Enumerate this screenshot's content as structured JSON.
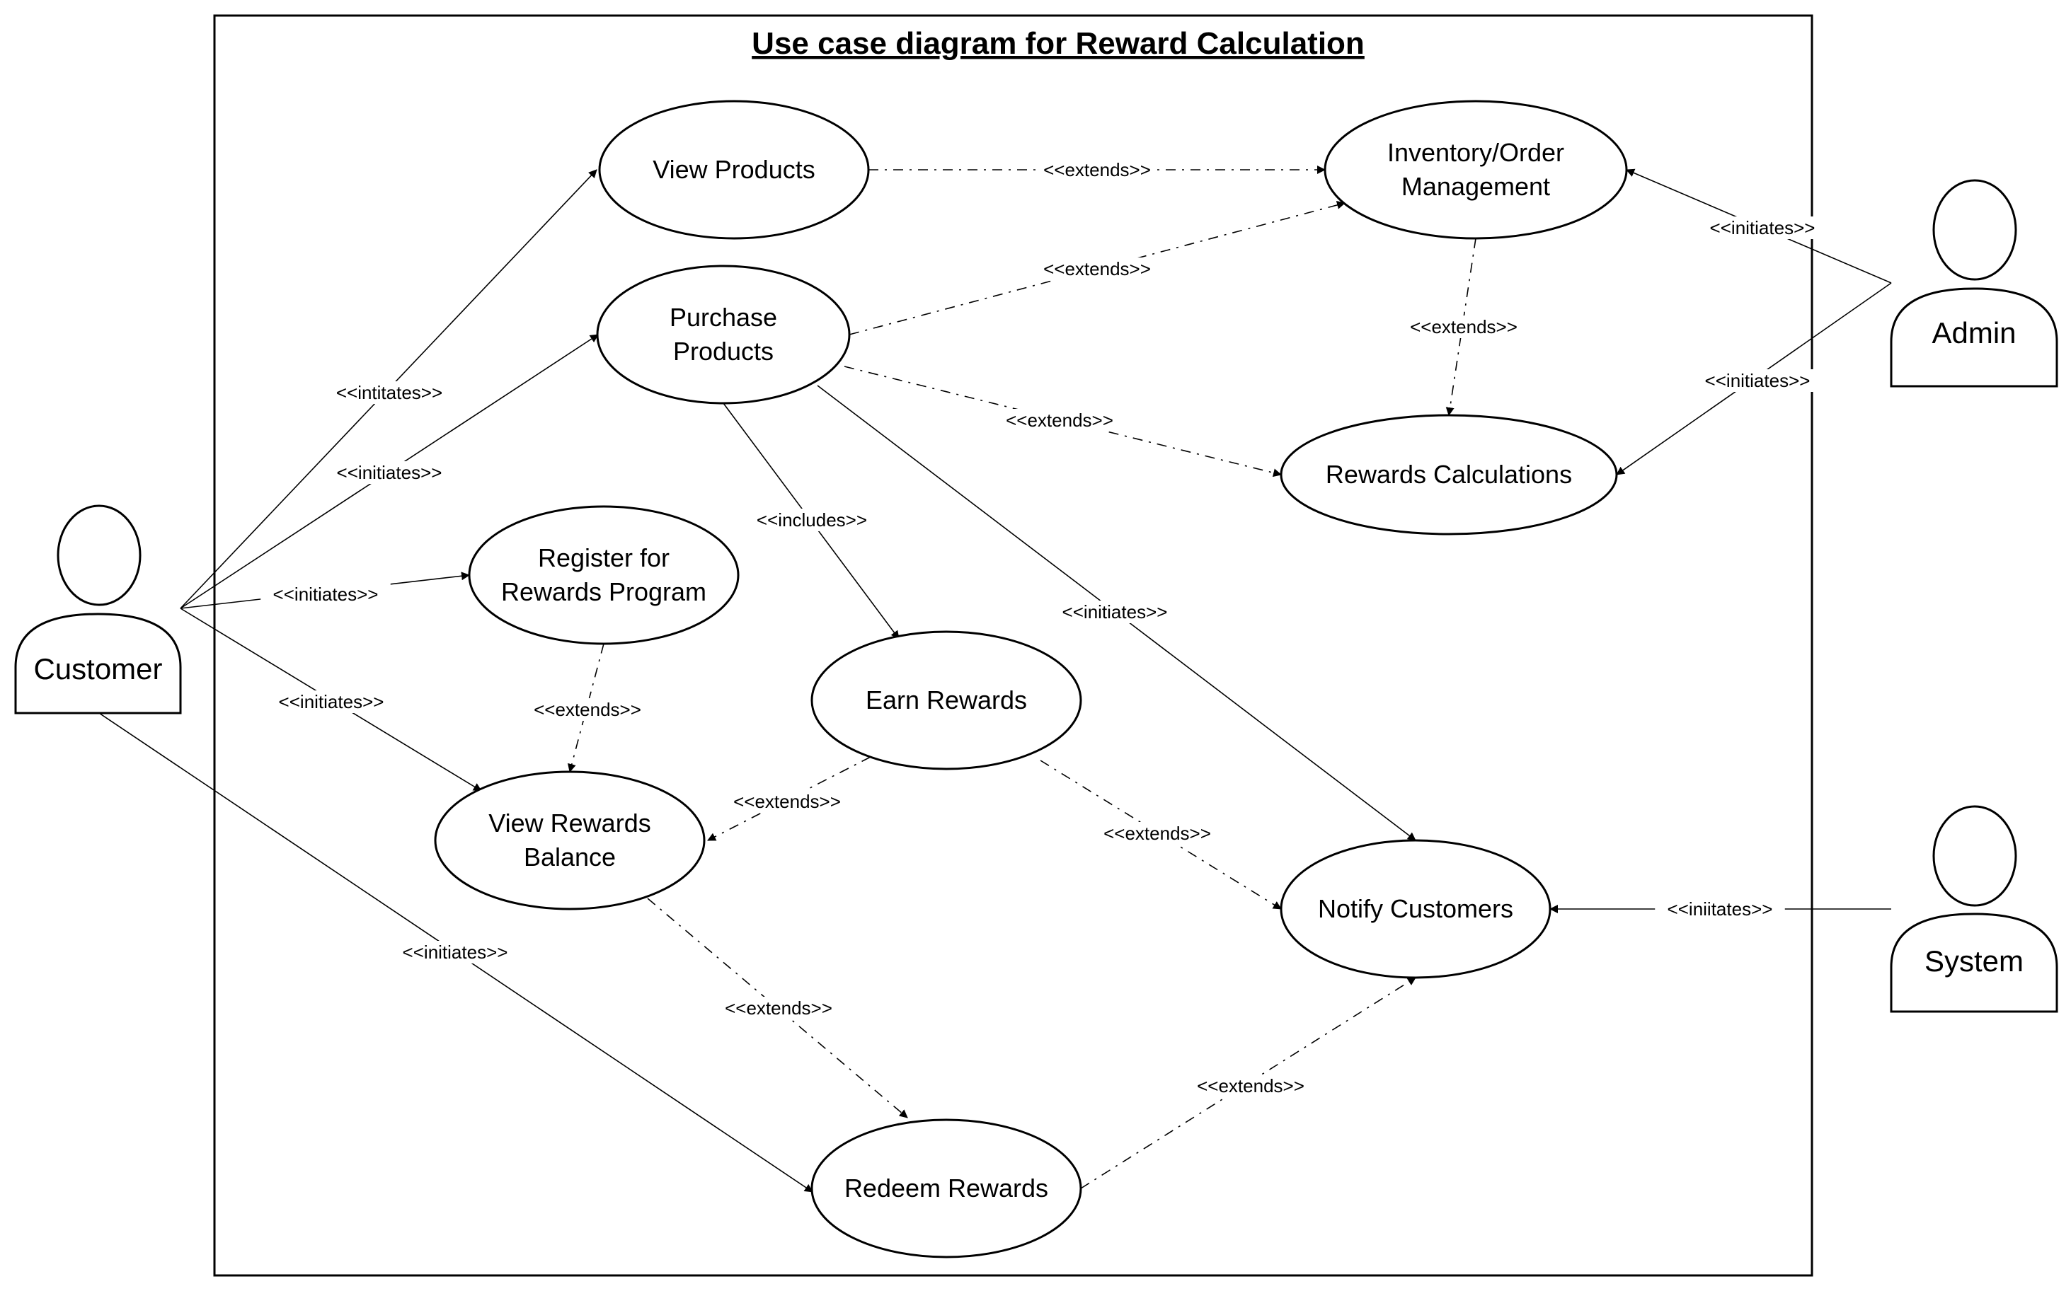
{
  "diagram": {
    "title": "Use case diagram for Reward Calculation",
    "actors": [
      {
        "id": "customer",
        "label": "Customer"
      },
      {
        "id": "admin",
        "label": "Admin"
      },
      {
        "id": "system",
        "label": "System"
      }
    ],
    "use_cases": [
      {
        "id": "view-products",
        "lines": [
          "View Products"
        ]
      },
      {
        "id": "purchase-products",
        "lines": [
          "Purchase",
          "Products"
        ]
      },
      {
        "id": "register-rewards",
        "lines": [
          "Register for",
          "Rewards Program"
        ]
      },
      {
        "id": "view-rewards-balance",
        "lines": [
          "View Rewards",
          "Balance"
        ]
      },
      {
        "id": "earn-rewards",
        "lines": [
          "Earn Rewards"
        ]
      },
      {
        "id": "redeem-rewards",
        "lines": [
          "Redeem Rewards"
        ]
      },
      {
        "id": "inventory-order",
        "lines": [
          "Inventory/Order",
          "Management"
        ]
      },
      {
        "id": "rewards-calculations",
        "lines": [
          "Rewards Calculations"
        ]
      },
      {
        "id": "notify-customers",
        "lines": [
          "Notify Customers"
        ]
      }
    ],
    "relations": [
      {
        "id": "r1",
        "from": "customer",
        "to": "view-products",
        "type": "association",
        "label": "<<intitates>>"
      },
      {
        "id": "r2",
        "from": "customer",
        "to": "purchase-products",
        "type": "association",
        "label": "<<initiates>>"
      },
      {
        "id": "r3",
        "from": "customer",
        "to": "register-rewards",
        "type": "association",
        "label": "<<initiates>>"
      },
      {
        "id": "r4",
        "from": "customer",
        "to": "view-rewards-balance",
        "type": "association",
        "label": "<<initiates>>"
      },
      {
        "id": "r5",
        "from": "customer",
        "to": "redeem-rewards",
        "type": "association",
        "label": "<<initiates>>"
      },
      {
        "id": "r6",
        "from": "view-products",
        "to": "inventory-order",
        "type": "dependency",
        "label": "<<extends>>"
      },
      {
        "id": "r7",
        "from": "purchase-products",
        "to": "inventory-order",
        "type": "dependency",
        "label": "<<extends>>"
      },
      {
        "id": "r8",
        "from": "purchase-products",
        "to": "rewards-calculations",
        "type": "dependency",
        "label": "<<extends>>"
      },
      {
        "id": "r9",
        "from": "purchase-products",
        "to": "earn-rewards",
        "type": "association",
        "label": "<<includes>>"
      },
      {
        "id": "r10",
        "from": "purchase-products",
        "to": "notify-customers",
        "type": "association",
        "label": "<<initiates>>"
      },
      {
        "id": "r11",
        "from": "inventory-order",
        "to": "rewards-calculations",
        "type": "dependency",
        "label": "<<extends>>"
      },
      {
        "id": "r12",
        "from": "register-rewards",
        "to": "view-rewards-balance",
        "type": "dependency",
        "label": "<<extends>>"
      },
      {
        "id": "r13",
        "from": "earn-rewards",
        "to": "view-rewards-balance",
        "type": "dependency",
        "label": "<<extends>>"
      },
      {
        "id": "r14",
        "from": "earn-rewards",
        "to": "notify-customers",
        "type": "dependency",
        "label": "<<extends>>"
      },
      {
        "id": "r15",
        "from": "view-rewards-balance",
        "to": "redeem-rewards",
        "type": "dependency",
        "label": "<<extends>>"
      },
      {
        "id": "r16",
        "from": "redeem-rewards",
        "to": "notify-customers",
        "type": "dependency",
        "label": "<<extends>>"
      },
      {
        "id": "r17",
        "from": "admin",
        "to": "inventory-order",
        "type": "association",
        "label": "<<initiates>>"
      },
      {
        "id": "r18",
        "from": "admin",
        "to": "rewards-calculations",
        "type": "association",
        "label": "<<initiates>>"
      },
      {
        "id": "r19",
        "from": "system",
        "to": "notify-customers",
        "type": "association",
        "label": "<<iniitates>>"
      }
    ]
  }
}
